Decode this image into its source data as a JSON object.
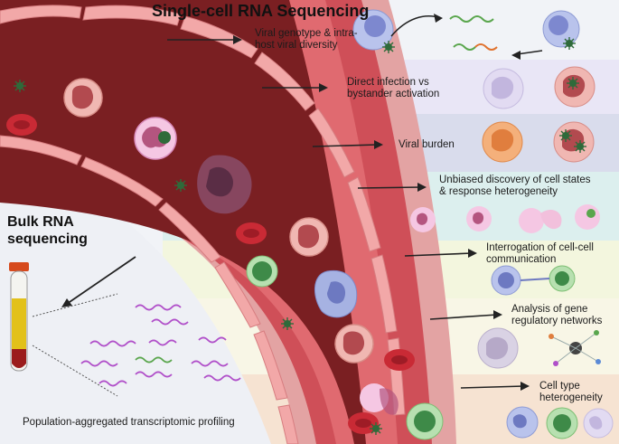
{
  "title": "Single-cell RNA Sequencing",
  "bulk_title_line1": "Bulk RNA",
  "bulk_title_line2": "sequencing",
  "bulk_caption": "Population-aggregated transcriptomic profiling",
  "panels": [
    {
      "line1": "Viral genotype & intra-",
      "line2": "host viral diversity",
      "band": "#f1f3f7"
    },
    {
      "line1": "Direct infection vs",
      "line2": "bystander activation",
      "band": "#e9e6f6"
    },
    {
      "line1": "Viral burden",
      "line2": "",
      "band": "#d9dcec"
    },
    {
      "line1": "Unbiased discovery of cell states",
      "line2": "& response heterogeneity",
      "band": "#dcefee"
    },
    {
      "line1": "Interrogation of cell-cell",
      "line2": "communication",
      "band": "#f3f6de"
    },
    {
      "line1": "Analysis of gene",
      "line2": "regulatory networks",
      "band": "#f8f6e6"
    },
    {
      "line1": "Cell type",
      "line2": "heterogeneity",
      "band": "#f6e3d2"
    }
  ],
  "colors": {
    "vessel_lumen": "#7a1f22",
    "vessel_wall": "#d9535a",
    "endothelium": "#f2a8a8",
    "rbc": "#c92a35",
    "virus": "#2f6b3a",
    "rna_purple": "#b04fc9",
    "rna_green": "#5aa64d"
  }
}
